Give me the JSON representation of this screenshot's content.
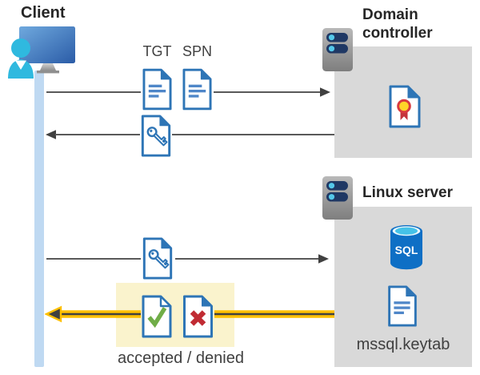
{
  "diagram": {
    "client": {
      "label": "Client"
    },
    "domain_controller": {
      "label": "Domain controller"
    },
    "linux_server": {
      "label": "Linux server",
      "sql_badge": "SQL",
      "keytab_filename": "mssql.keytab"
    },
    "messages": {
      "tgt_label": "TGT",
      "spn_label": "SPN",
      "result_label": "accepted / denied"
    },
    "icons": {
      "client_icon": "person-at-monitor",
      "server_icon": "server-tower-with-status-pills",
      "tgt_document_icon": "document-with-text-lines",
      "spn_document_icon": "document-with-text-lines",
      "ticket_icon": "document-with-key",
      "certificate_icon": "document-with-ribbon-seal",
      "sql_database_icon": "database-cylinder",
      "keytab_file_icon": "document-with-text-lines",
      "accepted_icon": "document-with-green-check",
      "denied_icon": "document-with-red-x"
    },
    "colors": {
      "doc_blue": "#2E75B6",
      "doc_line_blue": "#4E86C8",
      "person_cyan": "#2FB9DF",
      "pill_navy": "#1F3864",
      "pill_dot_cyan": "#54C8EA",
      "sql_blue": "#0E6FC5",
      "sql_top_cyan": "#45C2E8",
      "check_green": "#70AD47",
      "cross_red": "#C02B33",
      "seal_yellow": "#FFD428",
      "seal_red": "#D8393F",
      "ribbon_red": "#C5333B",
      "highlight_yellow": "#FAF3CD",
      "arrow_gray": "#595959",
      "arrowhead_gray": "#404040",
      "arrow_gold": "#FFC000",
      "panel_gray": "#D9D9D9",
      "lifeline_blue": "#BFD9F2",
      "heading_text": "#262626",
      "label_text": "#404040"
    }
  }
}
